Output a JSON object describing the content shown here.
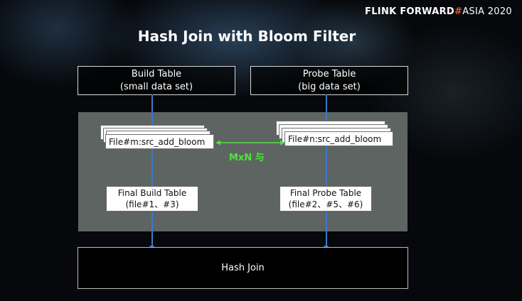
{
  "brand": {
    "part1": "FLINK FORWARD",
    "hash": "#",
    "part2": "ASIA 2020"
  },
  "title": "Hash Join with Bloom Filter",
  "build_table": {
    "line1": "Build Table",
    "line2": "(small data set)"
  },
  "probe_table": {
    "line1": "Probe Table",
    "line2": "(big data set)"
  },
  "build_file": "File#m:src_add_bloom",
  "probe_file": "File#n:src_add_bloom",
  "link_label": "MxN 与",
  "final_build": {
    "line1": "Final Build Table",
    "line2": "(file#1、#3)"
  },
  "final_probe": {
    "line1": "Final Probe Table",
    "line2": "(file#2、#5、#6)"
  },
  "hash_join": "Hash Join",
  "colors": {
    "line": "#3d78c9",
    "link": "#4fe33e",
    "panel": "#5e6462",
    "brand_hash": "#e8542a"
  }
}
